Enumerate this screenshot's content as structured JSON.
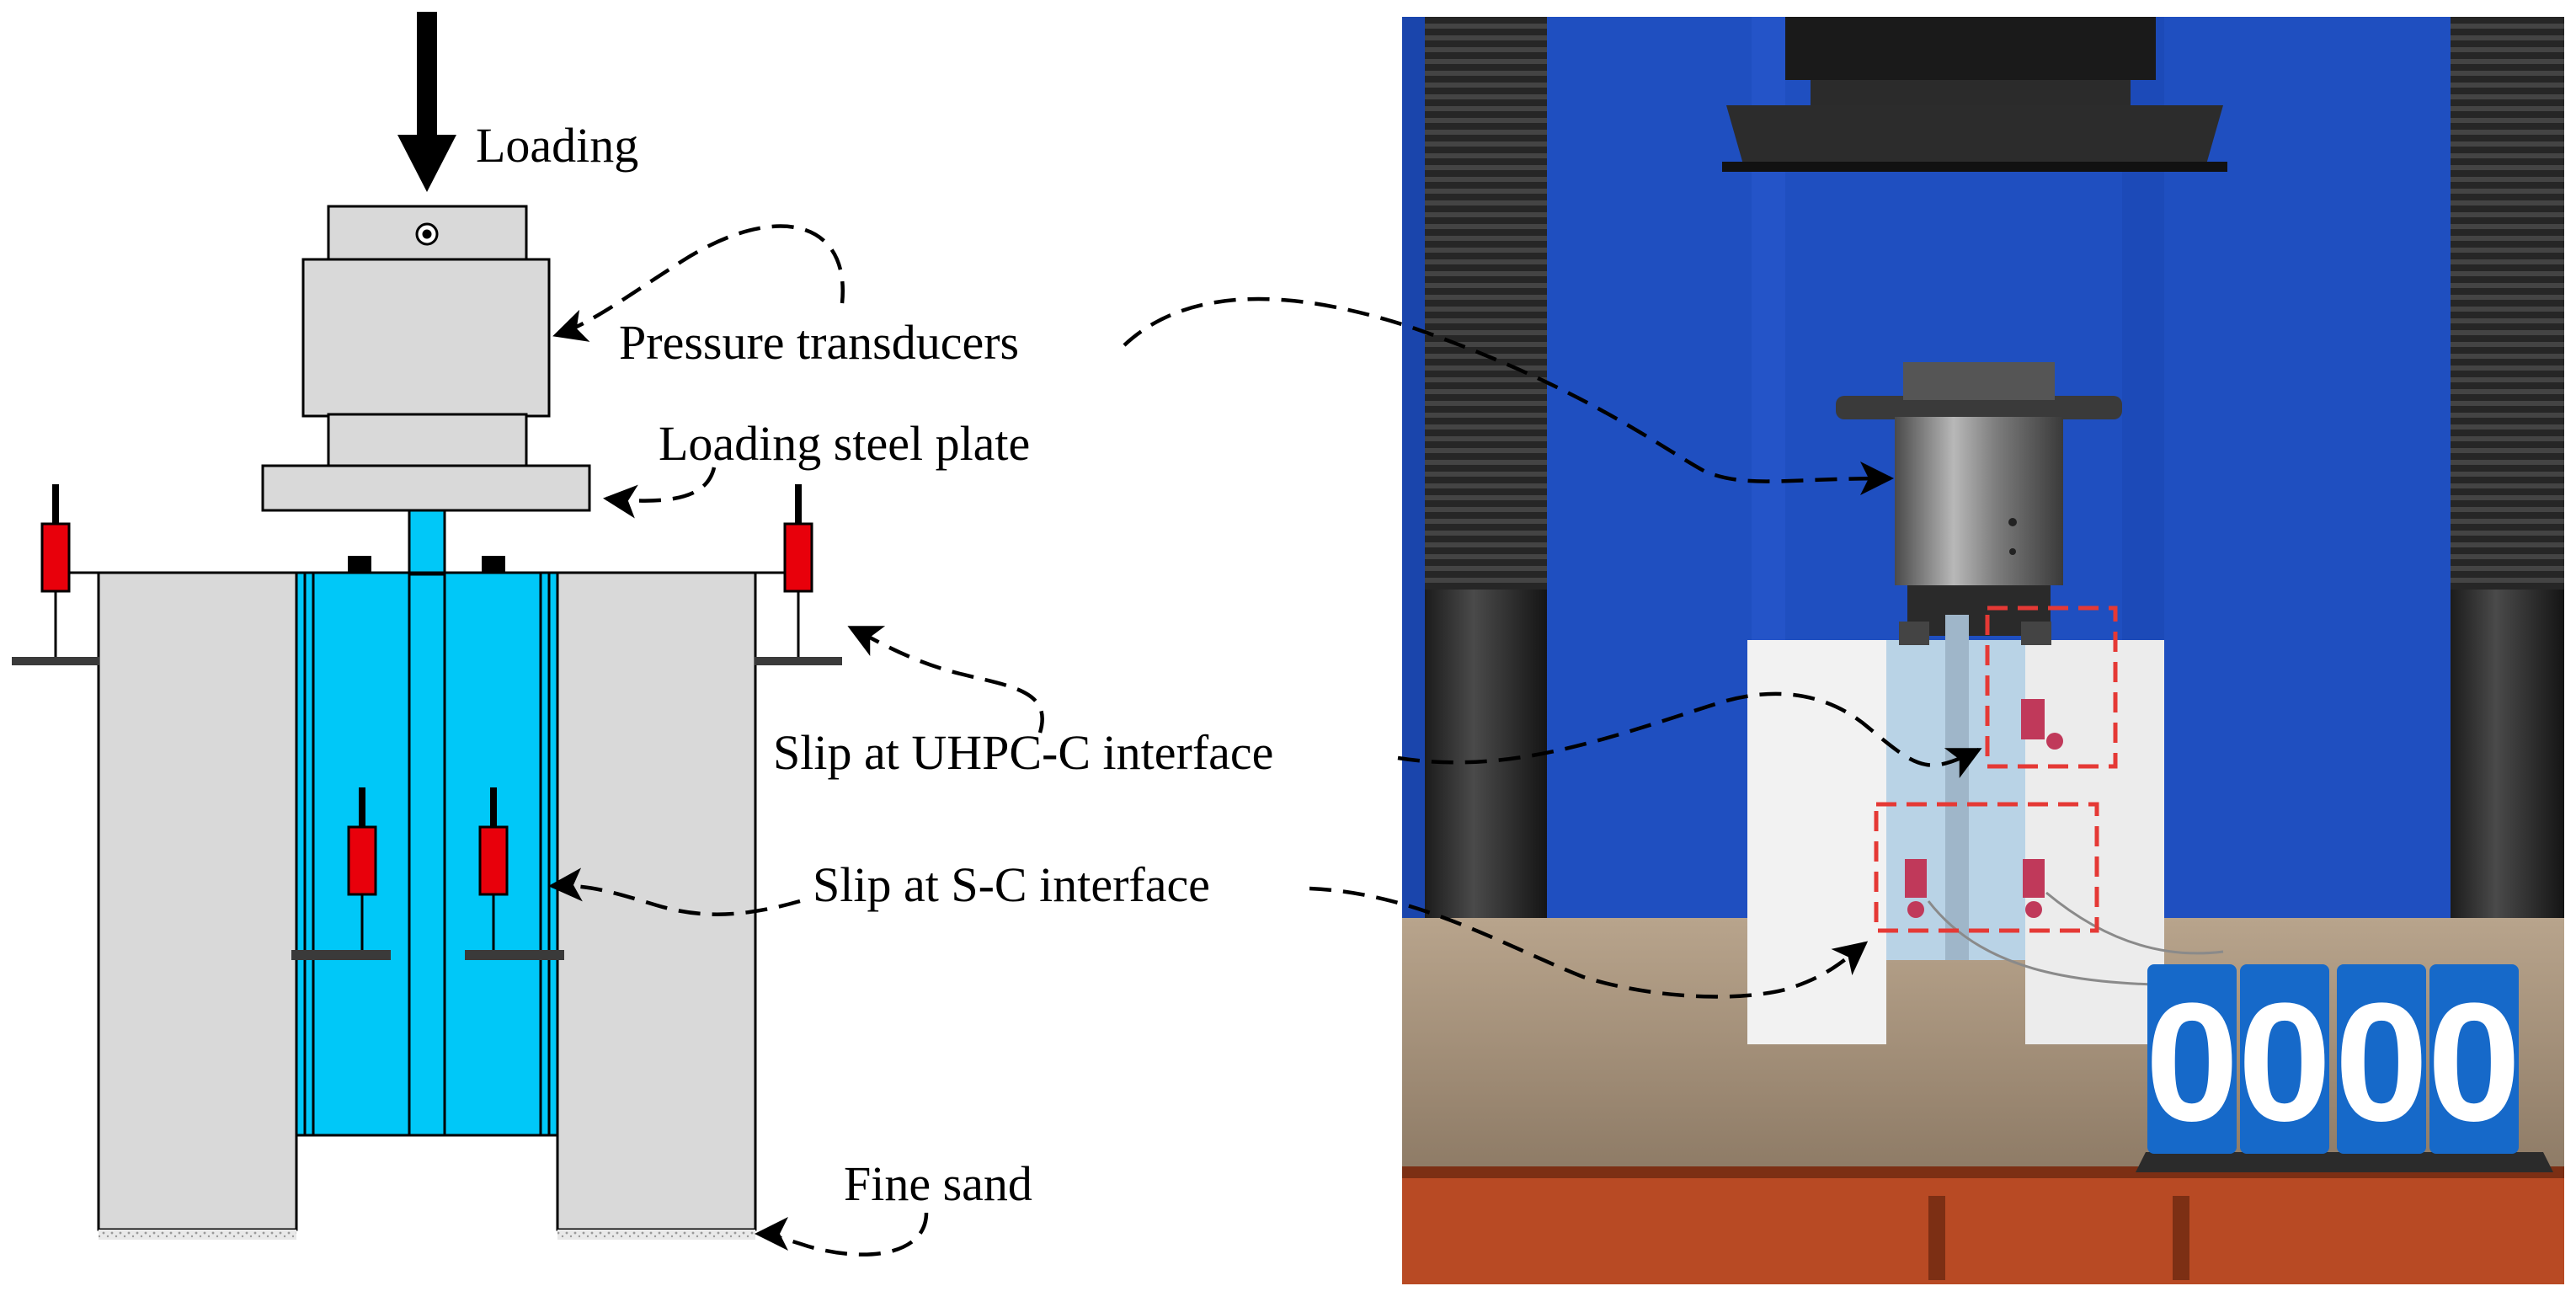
{
  "labels": {
    "loading": "Loading",
    "pressure_transducers": "Pressure transducers",
    "loading_steel_plate": "Loading steel plate",
    "slip_uhpc_c": "Slip at UHPC-C interface",
    "slip_s_c": "Slip at S-C interface",
    "fine_sand": "Fine sand"
  },
  "photo": {
    "counter_digits": [
      "0",
      "0",
      "0",
      "0"
    ]
  },
  "colors": {
    "block_gray": "#d9d9d9",
    "uhpc_cyan": "#00c8f8",
    "lvdt_red": "#e8000b",
    "backdrop_blue": "#1f4fc0",
    "marker_red": "#e53935"
  }
}
